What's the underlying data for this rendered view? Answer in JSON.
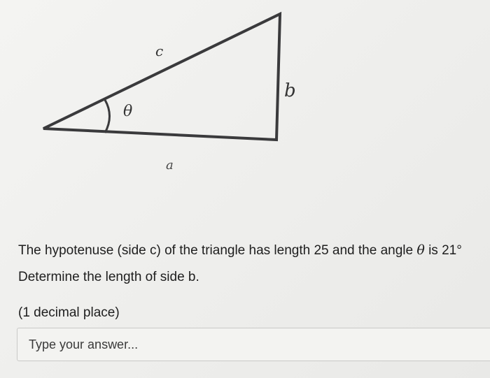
{
  "diagram": {
    "label_c": "c",
    "label_b": "b",
    "label_a": "a",
    "label_theta": "θ"
  },
  "question": {
    "line1_prefix": "The hypotenuse (side c) of the triangle has length 25 and the angle ",
    "line1_symbol": "θ",
    "line1_suffix": " is 21°",
    "line2": "Determine the length of side b.",
    "line3": "(1 decimal place)"
  },
  "answer": {
    "placeholder": "Type your answer...",
    "value": ""
  }
}
